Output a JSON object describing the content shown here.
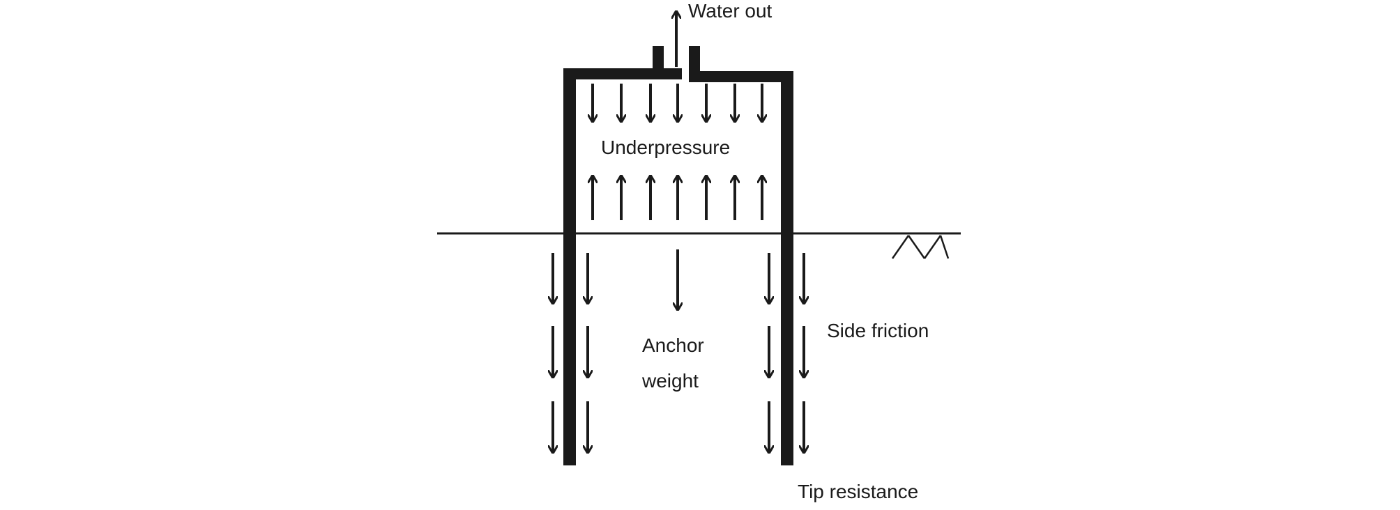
{
  "labels": {
    "water_out": "Water out",
    "underpressure": "Underpressure",
    "anchor_line1": "Anchor",
    "anchor_line2": "weight",
    "side_friction": "Side friction",
    "tip_resistance": "Tip resistance"
  },
  "colors": {
    "ink": "#1a1a1a",
    "background": "#ffffff"
  }
}
